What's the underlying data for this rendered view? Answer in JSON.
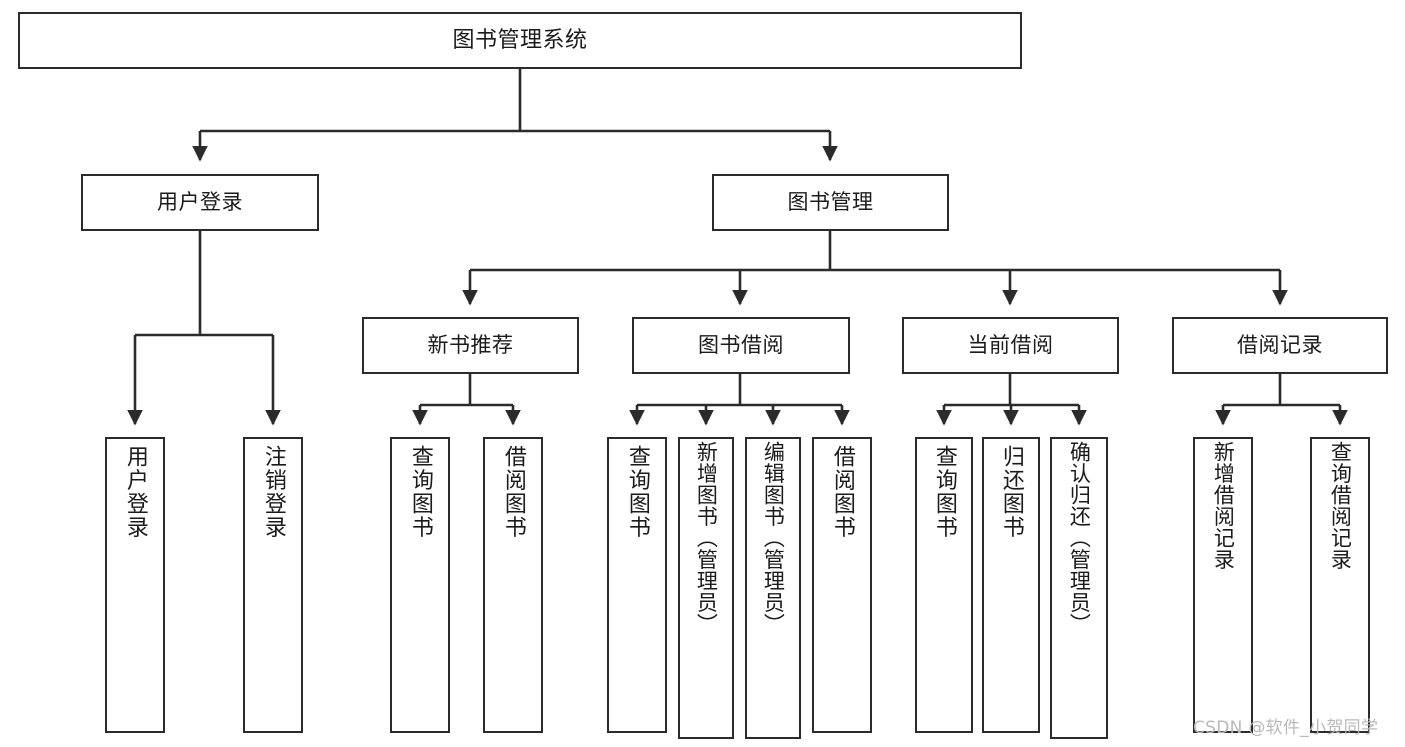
{
  "diagram": {
    "title": "图书管理系统",
    "root": {
      "label": "图书管理系统"
    },
    "level2": [
      {
        "label": "用户登录"
      },
      {
        "label": "图书管理"
      }
    ],
    "level3": [
      {
        "label": "新书推荐"
      },
      {
        "label": "图书借阅"
      },
      {
        "label": "当前借阅"
      },
      {
        "label": "借阅记录"
      }
    ],
    "leaves": [
      {
        "label": "用户登录"
      },
      {
        "label": "注销登录"
      },
      {
        "label": "查询图书"
      },
      {
        "label": "借阅图书"
      },
      {
        "label": "查询图书"
      },
      {
        "label": "新增图书（管理员）"
      },
      {
        "label": "编辑图书（管理员）"
      },
      {
        "label": "借阅图书"
      },
      {
        "label": "查询图书"
      },
      {
        "label": "归还图书"
      },
      {
        "label": "确认归还（管理员）"
      },
      {
        "label": "新增借阅记录"
      },
      {
        "label": "查询借阅记录"
      }
    ],
    "watermark": "CSDN @软件_小贺同学",
    "colors": {
      "stroke": "#2b2b2b",
      "fill": "#ffffff",
      "text": "#1b1b1b",
      "watermark": "#b9b9b9"
    }
  }
}
